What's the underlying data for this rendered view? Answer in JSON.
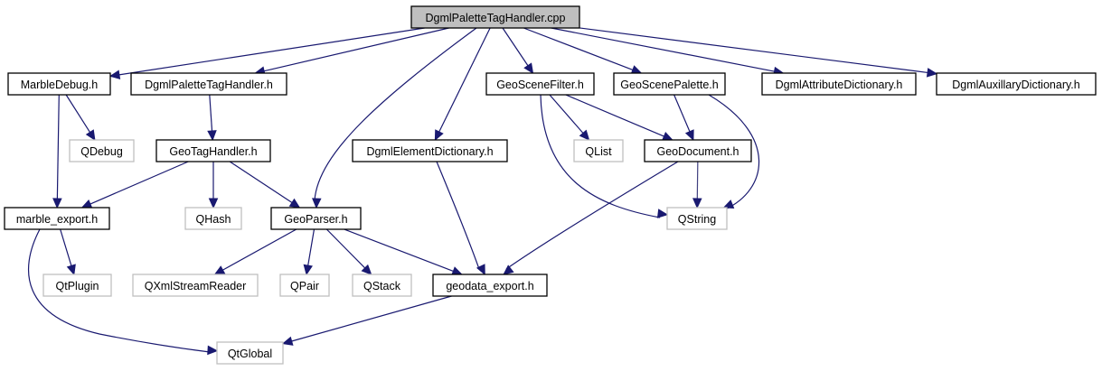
{
  "diagram": {
    "title": "DgmlPaletteTagHandler.cpp",
    "colors": {
      "root_fill": "#bfbfbf",
      "documented_border": "#000000",
      "external_border": "#bfbfbf",
      "edge": "#191970"
    },
    "nodes": [
      {
        "id": "root",
        "label": "DgmlPaletteTagHandler.cpp",
        "kind": "root"
      },
      {
        "id": "marbledebug",
        "label": "MarbleDebug.h",
        "kind": "documented"
      },
      {
        "id": "dgmlpalette_h",
        "label": "DgmlPaletteTagHandler.h",
        "kind": "documented"
      },
      {
        "id": "geoscenefilter",
        "label": "GeoSceneFilter.h",
        "kind": "documented"
      },
      {
        "id": "geoscenepalette",
        "label": "GeoScenePalette.h",
        "kind": "documented"
      },
      {
        "id": "dgmlattr",
        "label": "DgmlAttributeDictionary.h",
        "kind": "documented"
      },
      {
        "id": "dgmlaux",
        "label": "DgmlAuxillaryDictionary.h",
        "kind": "documented"
      },
      {
        "id": "qdebug",
        "label": "QDebug",
        "kind": "external"
      },
      {
        "id": "geotaghandler",
        "label": "GeoTagHandler.h",
        "kind": "documented"
      },
      {
        "id": "dgmlelem",
        "label": "DgmlElementDictionary.h",
        "kind": "documented"
      },
      {
        "id": "qlist",
        "label": "QList",
        "kind": "external"
      },
      {
        "id": "geodocument",
        "label": "GeoDocument.h",
        "kind": "documented"
      },
      {
        "id": "marble_export",
        "label": "marble_export.h",
        "kind": "documented"
      },
      {
        "id": "qhash",
        "label": "QHash",
        "kind": "external"
      },
      {
        "id": "geoparser",
        "label": "GeoParser.h",
        "kind": "documented"
      },
      {
        "id": "qstring",
        "label": "QString",
        "kind": "external"
      },
      {
        "id": "qtplugin",
        "label": "QtPlugin",
        "kind": "external"
      },
      {
        "id": "qxmlstream",
        "label": "QXmlStreamReader",
        "kind": "external"
      },
      {
        "id": "qpair",
        "label": "QPair",
        "kind": "external"
      },
      {
        "id": "qstack",
        "label": "QStack",
        "kind": "external"
      },
      {
        "id": "geodata_export",
        "label": "geodata_export.h",
        "kind": "documented"
      },
      {
        "id": "qtglobal",
        "label": "QtGlobal",
        "kind": "external"
      }
    ],
    "edges": [
      {
        "from": "root",
        "to": "marbledebug"
      },
      {
        "from": "root",
        "to": "dgmlpalette_h"
      },
      {
        "from": "root",
        "to": "geoparser"
      },
      {
        "from": "root",
        "to": "dgmlelem"
      },
      {
        "from": "root",
        "to": "geoscenefilter"
      },
      {
        "from": "root",
        "to": "geoscenepalette"
      },
      {
        "from": "root",
        "to": "dgmlattr"
      },
      {
        "from": "root",
        "to": "dgmlaux"
      },
      {
        "from": "marbledebug",
        "to": "qdebug"
      },
      {
        "from": "marbledebug",
        "to": "marble_export"
      },
      {
        "from": "dgmlpalette_h",
        "to": "geotaghandler"
      },
      {
        "from": "geotaghandler",
        "to": "marble_export"
      },
      {
        "from": "geotaghandler",
        "to": "qhash"
      },
      {
        "from": "geotaghandler",
        "to": "geoparser"
      },
      {
        "from": "geoscenefilter",
        "to": "qlist"
      },
      {
        "from": "geoscenefilter",
        "to": "geodocument"
      },
      {
        "from": "geoscenefilter",
        "to": "qstring"
      },
      {
        "from": "geoscenepalette",
        "to": "geodocument"
      },
      {
        "from": "geoscenepalette",
        "to": "qstring"
      },
      {
        "from": "geodocument",
        "to": "qstring"
      },
      {
        "from": "geodocument",
        "to": "geodata_export"
      },
      {
        "from": "dgmlelem",
        "to": "geodata_export"
      },
      {
        "from": "marble_export",
        "to": "qtplugin"
      },
      {
        "from": "marble_export",
        "to": "qtglobal"
      },
      {
        "from": "geoparser",
        "to": "qxmlstream"
      },
      {
        "from": "geoparser",
        "to": "qpair"
      },
      {
        "from": "geoparser",
        "to": "qstack"
      },
      {
        "from": "geoparser",
        "to": "geodata_export"
      },
      {
        "from": "geodata_export",
        "to": "qtglobal"
      }
    ]
  }
}
